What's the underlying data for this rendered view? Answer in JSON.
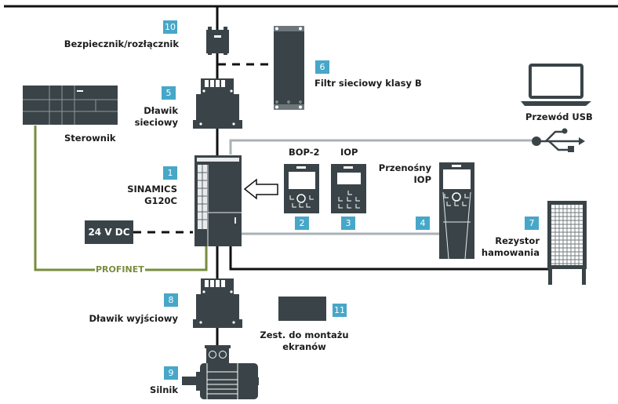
{
  "title": "SINAMICS G120C system components",
  "colors": {
    "device": "#3a4448",
    "badge": "#47a7c8",
    "profinet_line": "#7a8c3e",
    "usb_line": "#a9b2b6",
    "power_line": "#111111"
  },
  "components": [
    {
      "number": "1",
      "label_lines": [
        "SINAMICS",
        "G120C"
      ],
      "icon": "inverter-icon"
    },
    {
      "number": "2",
      "label_lines": [
        "BOP-2"
      ],
      "icon": "bop2-panel-icon"
    },
    {
      "number": "3",
      "label_lines": [
        "IOP"
      ],
      "icon": "iop-panel-icon"
    },
    {
      "number": "4",
      "label_lines": [
        "Przenośny",
        "IOP"
      ],
      "icon": "handheld-iop-icon"
    },
    {
      "number": "5",
      "label_lines": [
        "Dławik",
        "sieciowy"
      ],
      "icon": "line-reactor-icon"
    },
    {
      "number": "6",
      "label_lines": [
        "Filtr sieciowy klasy B"
      ],
      "icon": "line-filter-icon"
    },
    {
      "number": "7",
      "label_lines": [
        "Rezystor",
        "hamowania"
      ],
      "icon": "braking-resistor-icon"
    },
    {
      "number": "8",
      "label_lines": [
        "Dławik wyjściowy"
      ],
      "icon": "output-reactor-icon"
    },
    {
      "number": "9",
      "label_lines": [
        "Silnik"
      ],
      "icon": "motor-icon"
    },
    {
      "number": "10",
      "label_lines": [
        "Bezpiecznik/rozłącznik"
      ],
      "icon": "fuse-disconnector-icon"
    },
    {
      "number": "11",
      "label_lines": [
        "Zest. do montażu",
        "ekranów"
      ],
      "icon": "shield-kit-icon"
    }
  ],
  "extras": {
    "controller_label": "Sterownik",
    "usb_label": "Przewód USB",
    "dc_supply_label": "24 V DC",
    "profinet_label": "PROFINET"
  }
}
